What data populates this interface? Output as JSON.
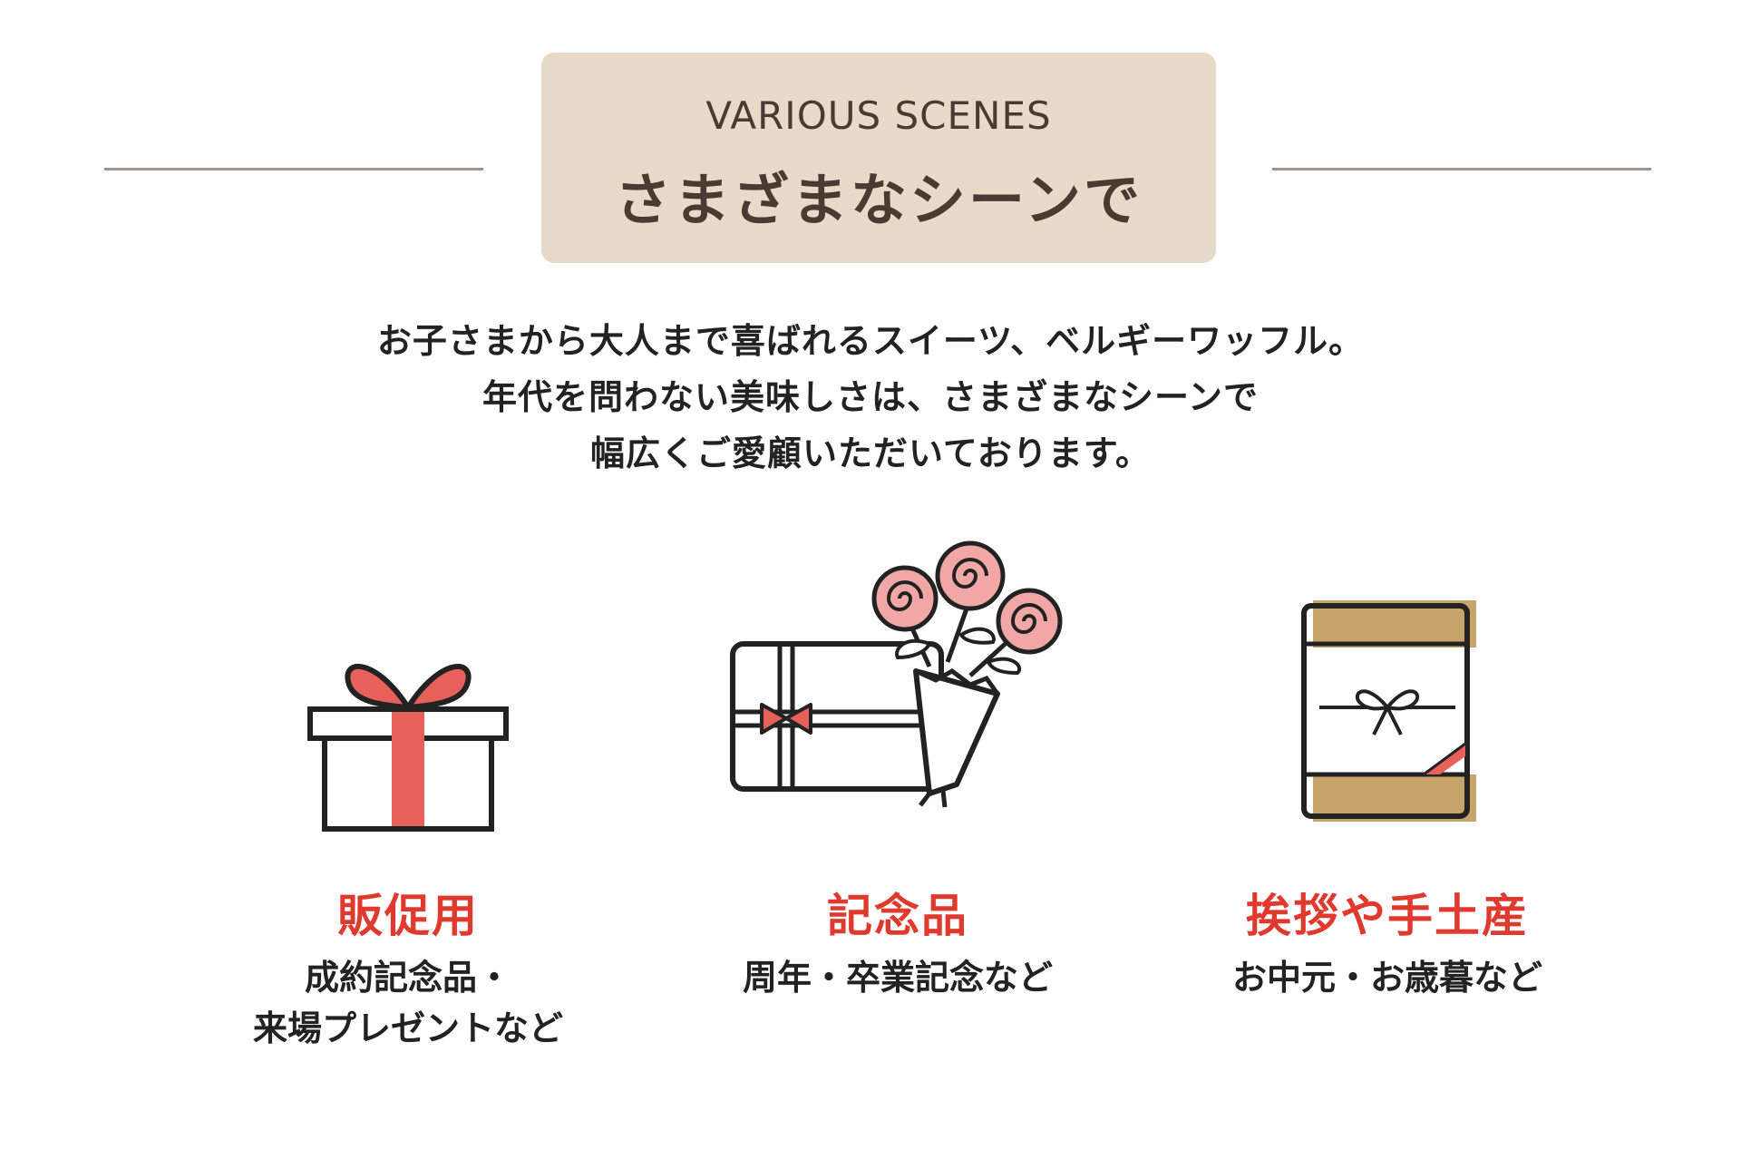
{
  "header": {
    "title_en": "VARIOUS SCENES",
    "title_ja": "さまざまなシーンで"
  },
  "intro": {
    "lines": [
      "お子さまから大人まで喜ばれるスイーツ、ベルギーワッフル。",
      "年代を問わない美味しさは、さまざまなシーンで",
      "幅広くご愛顧いただいております。"
    ]
  },
  "scenes": [
    {
      "icon": "gift-box-icon",
      "title": "販促用",
      "desc": [
        "成約記念品・",
        "来場プレゼントなど"
      ]
    },
    {
      "icon": "bouquet-gift-icon",
      "title": "記念品",
      "desc": [
        "周年・卒業記念など"
      ]
    },
    {
      "icon": "noshi-gift-box-icon",
      "title": "挨拶や手土産",
      "desc": [
        "お中元・お歳暮など"
      ]
    }
  ],
  "colors": {
    "accent_red": "#e03a2f",
    "ribbon_red": "#e8605a",
    "title_bg": "#e8dac8",
    "title_text": "#4a3a33",
    "rule": "#a3958b",
    "rose_pink": "#f2a7a7",
    "kraft": "#c9a46a"
  }
}
